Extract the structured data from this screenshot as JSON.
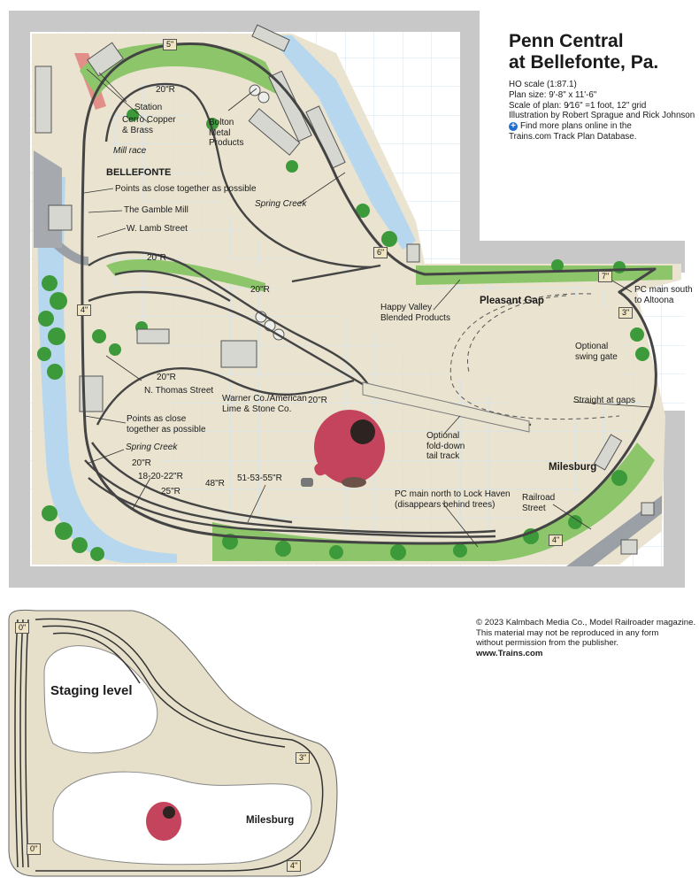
{
  "header": {
    "title_line1": "Penn Central",
    "title_line2": "at Bellefonte, Pa.",
    "scale": "HO scale (1:87.1)",
    "plan_size": "Plan size: 9'-8\" x 11'-6\"",
    "plan_scale": "Scale of plan: 9⁄16\" =1 foot, 12\" grid",
    "credit": "Illustration by Robert Sprague and Rick Johnson",
    "find_line1": "Find more plans online in the",
    "find_line2": "Trains.com Track Plan Database."
  },
  "copyright": {
    "line1": "© 2023 Kalmbach Media Co., Model Railroader magazine.",
    "line2": "This material may not be reproduced in any form",
    "line3": "without permission from the publisher.",
    "url": "www.Trains.com"
  },
  "towns": {
    "bellefonte": "BELLEFONTE",
    "pleasant_gap": "Pleasant Gap",
    "milesburg": "Milesburg",
    "staging": "Staging level",
    "milesburg_staging": "Milesburg"
  },
  "labels": {
    "station": "Station",
    "cerro_1": "Cerro Copper",
    "cerro_2": "& Brass",
    "mill_race": "Mill race",
    "bolton_1": "Bolton",
    "bolton_2": "Metal",
    "bolton_3": "Products",
    "spring_creek_top": "Spring Creek",
    "points_top": "Points as close together as possible",
    "gamble_mill": "The Gamble Mill",
    "lamb_street": "W. Lamb Street",
    "happy_1": "Happy Valley",
    "happy_2": "Blended Products",
    "pc_south_1": "PC main south",
    "pc_south_2": "to Altoona",
    "swing_1": "Optional",
    "swing_2": "swing gate",
    "straight_gaps": "Straight at gaps",
    "thomas_street": "N. Thomas Street",
    "warner_1": "Warner Co./American",
    "warner_2": "Lime & Stone Co.",
    "points_low_1": "Points as close",
    "points_low_2": "together as possible",
    "spring_creek_low": "Spring Creek",
    "foldown_1": "Optional",
    "foldown_2": "fold-down",
    "foldown_3": "tail track",
    "pc_north_1": "PC main north to Lock Haven",
    "pc_north_2": "(disappears behind trees)",
    "railroad_1": "Railroad",
    "railroad_2": "Street"
  },
  "radii": {
    "r_top": "20\"R",
    "r_mid1": "20\"R",
    "r_mid2": "20\"R",
    "r_thomas": "20\"R",
    "r_warner": "20\"R",
    "r_low1": "20\"R",
    "r_low2": "18-20-22\"R",
    "r_low3": "25\"R",
    "r_low4": "48\"R",
    "r_low5": "51-53-55\"R"
  },
  "elevations": {
    "e5": "5\"",
    "e6": "6\"",
    "e7": "7\"",
    "e4_left": "4\"",
    "e3": "3\"",
    "e4_right": "4\"",
    "s0_top": "0\"",
    "s0_bottom": "0\"",
    "s3": "3\"",
    "s4": "4\""
  },
  "colors": {
    "benchwork": "#e4ddc8",
    "wall": "#c8c8c8",
    "grass": "#8cc56a",
    "trees": "#3d9a3a",
    "water": "#b6d7ee",
    "grid": "#c9e2f2",
    "roadbed": "#efe7cf",
    "rails": "#333333",
    "figure_shirt": "#c3445c"
  }
}
